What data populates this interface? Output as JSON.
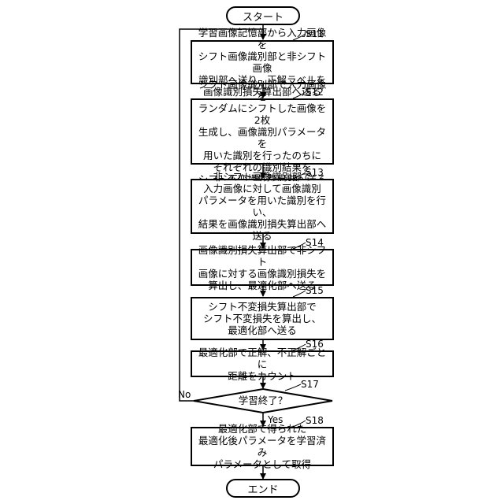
{
  "start": "スタート",
  "end": "エンド",
  "steps": [
    {
      "id": "S11",
      "text": "学習画像記憶部から入力画像を\nシフト画像識別部と非シフト画像\n識別部へ送り、正解ラベルを\n画像識別損失算出部へ送る"
    },
    {
      "id": "S12",
      "text": "シフト画像識別部で入力画像を\nランダムにシフトした画像を2枚\n生成し、画像識別パラメータを\n用いた識別を行ったのちに\nそれぞれの識別結果を\nシフト不変損失算出部へ送る"
    },
    {
      "id": "S13",
      "text": "非シフト画像識別部で\n入力画像に対して画像識別\nパラメータを用いた識別を行い、\n結果を画像識別損失算出部へ\n送る"
    },
    {
      "id": "S14",
      "text": "画像識別損失算出部で非シフト\n画像に対する画像識別損失を\n算出し、最適化部へ送る"
    },
    {
      "id": "S15",
      "text": "シフト不変損失算出部で\nシフト不変損失を算出し、\n最適化部へ送る"
    },
    {
      "id": "S16",
      "text": "最適化部で正解、不正解ごとに\n距離をカウント"
    }
  ],
  "decision": {
    "id": "S17",
    "text": "学習終了？",
    "no_label": "No",
    "yes_label": "Yes"
  },
  "final_step": {
    "id": "S18",
    "text": "最適化部で得られた\n最適化後パラメータを学習済み\nパラメータとして取得"
  }
}
